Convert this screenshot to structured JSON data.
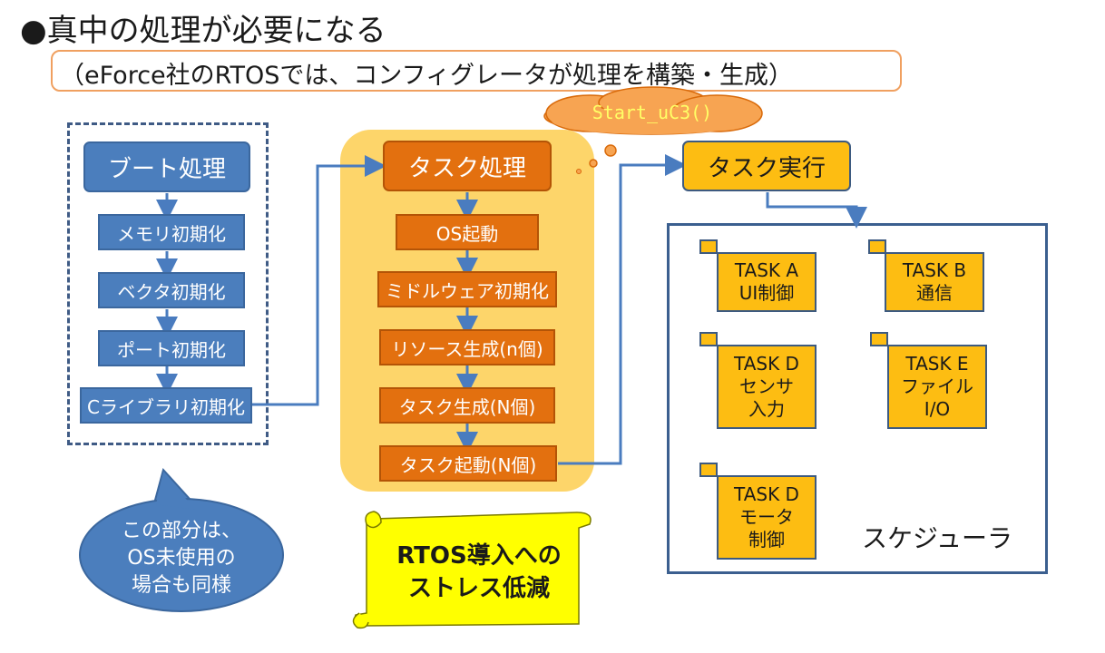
{
  "title": "●真中の処理が必要になる",
  "subtitle": "（eForce社のRTOSでは、コンフィグレータが処理を構築・生成）",
  "boot": {
    "header": "ブート処理",
    "steps": [
      "メモリ初期化",
      "ベクタ初期化",
      "ポート初期化",
      "Cライブラリ初期化"
    ]
  },
  "task_process": {
    "header": "タスク処理",
    "steps": [
      "OS起動",
      "ミドルウェア初期化",
      "リソース生成(n個)",
      "タスク生成(N個)",
      "タスク起動(N個)"
    ]
  },
  "task_exec": {
    "header": "タスク実行"
  },
  "cloud_label": "Start_uC3()",
  "scheduler": {
    "label": "スケジューラ",
    "tasks": [
      {
        "label": "TASK A\nUI制御"
      },
      {
        "label": "TASK B\n通信"
      },
      {
        "label": "TASK D\nセンサ\n入力"
      },
      {
        "label": "TASK E\nファイル\nI/O"
      },
      {
        "label": "TASK D\nモータ\n制御"
      }
    ]
  },
  "bubble": "この部分は、\nOS未使用の\n場合も同様",
  "scroll": "RTOS導入への\nストレス低減",
  "colors": {
    "blue": "#4b7ebd",
    "orange": "#e3700f",
    "task_yellow": "#fdbd12",
    "highlight": "#fdd56a",
    "scroll_yellow": "#ffff00",
    "cloud": "#f7a452"
  }
}
